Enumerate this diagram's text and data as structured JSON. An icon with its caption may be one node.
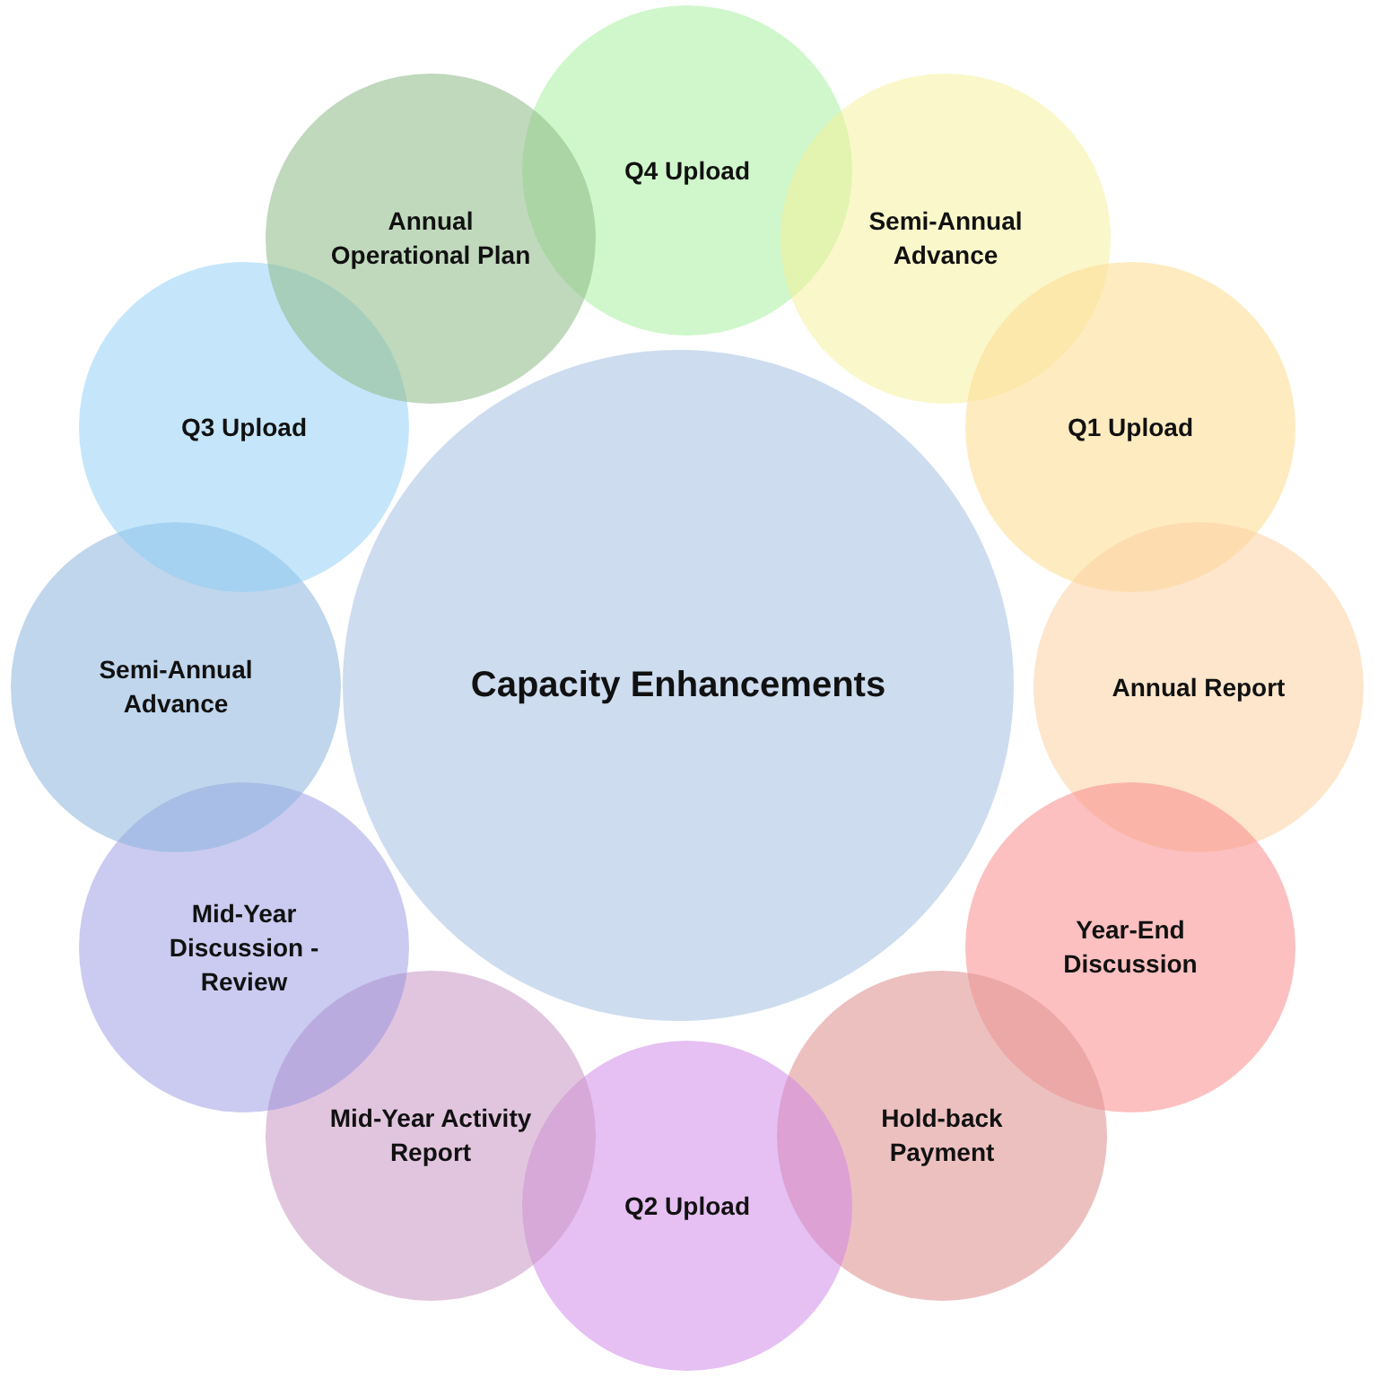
{
  "diagram": {
    "nodes": [
      {
        "text": [
          "Capacity Enhancements"
        ]
      },
      {
        "text": [
          "Q4 Upload"
        ]
      },
      {
        "text": [
          "Semi-Annual Advance"
        ]
      },
      {
        "text": [
          "Q1 Upload"
        ]
      },
      {
        "text": [
          "Annual Report"
        ]
      },
      {
        "text": [
          "Year-End Discussion"
        ]
      },
      {
        "text": [
          "Hold-back Payment"
        ]
      },
      {
        "text": [
          "Q2 Upload"
        ]
      },
      {
        "text": [
          "Mid-Year Activity Report"
        ]
      },
      {
        "text": [
          "Mid-Year Discussion - Review"
        ]
      },
      {
        "text": [
          "Semi-Annual Advance"
        ]
      },
      {
        "text": [
          "Q3 Upload"
        ]
      },
      {
        "text": [
          "Annual Operational Plan"
        ]
      }
    ],
    "edges": []
  }
}
